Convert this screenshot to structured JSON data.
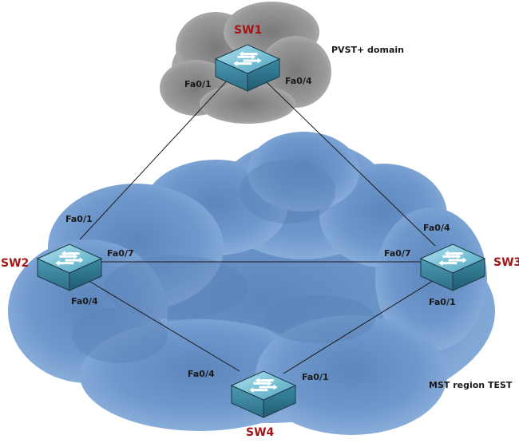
{
  "diagram": {
    "type": "network-topology",
    "domains": [
      {
        "id": "pvst",
        "label": "PVST+ domain",
        "color": "#8c8c8c"
      },
      {
        "id": "mst",
        "label": "MST region TEST",
        "color": "#6b93c8"
      }
    ],
    "switches": [
      {
        "id": "SW1",
        "label": "SW1",
        "domain": "pvst"
      },
      {
        "id": "SW2",
        "label": "SW2",
        "domain": "mst"
      },
      {
        "id": "SW3",
        "label": "SW3",
        "domain": "mst"
      },
      {
        "id": "SW4",
        "label": "SW4",
        "domain": "mst"
      }
    ],
    "links": [
      {
        "from": "SW1",
        "from_port": "Fa0/1",
        "to": "SW2",
        "to_port": "Fa0/1"
      },
      {
        "from": "SW1",
        "from_port": "Fa0/4",
        "to": "SW3",
        "to_port": "Fa0/4"
      },
      {
        "from": "SW2",
        "from_port": "Fa0/7",
        "to": "SW3",
        "to_port": "Fa0/7"
      },
      {
        "from": "SW2",
        "from_port": "Fa0/4",
        "to": "SW4",
        "to_port": "Fa0/4"
      },
      {
        "from": "SW3",
        "from_port": "Fa0/1",
        "to": "SW4",
        "to_port": "Fa0/1"
      }
    ],
    "colors": {
      "switch_name": "#a31515",
      "port_label": "#1a1a1a"
    }
  }
}
